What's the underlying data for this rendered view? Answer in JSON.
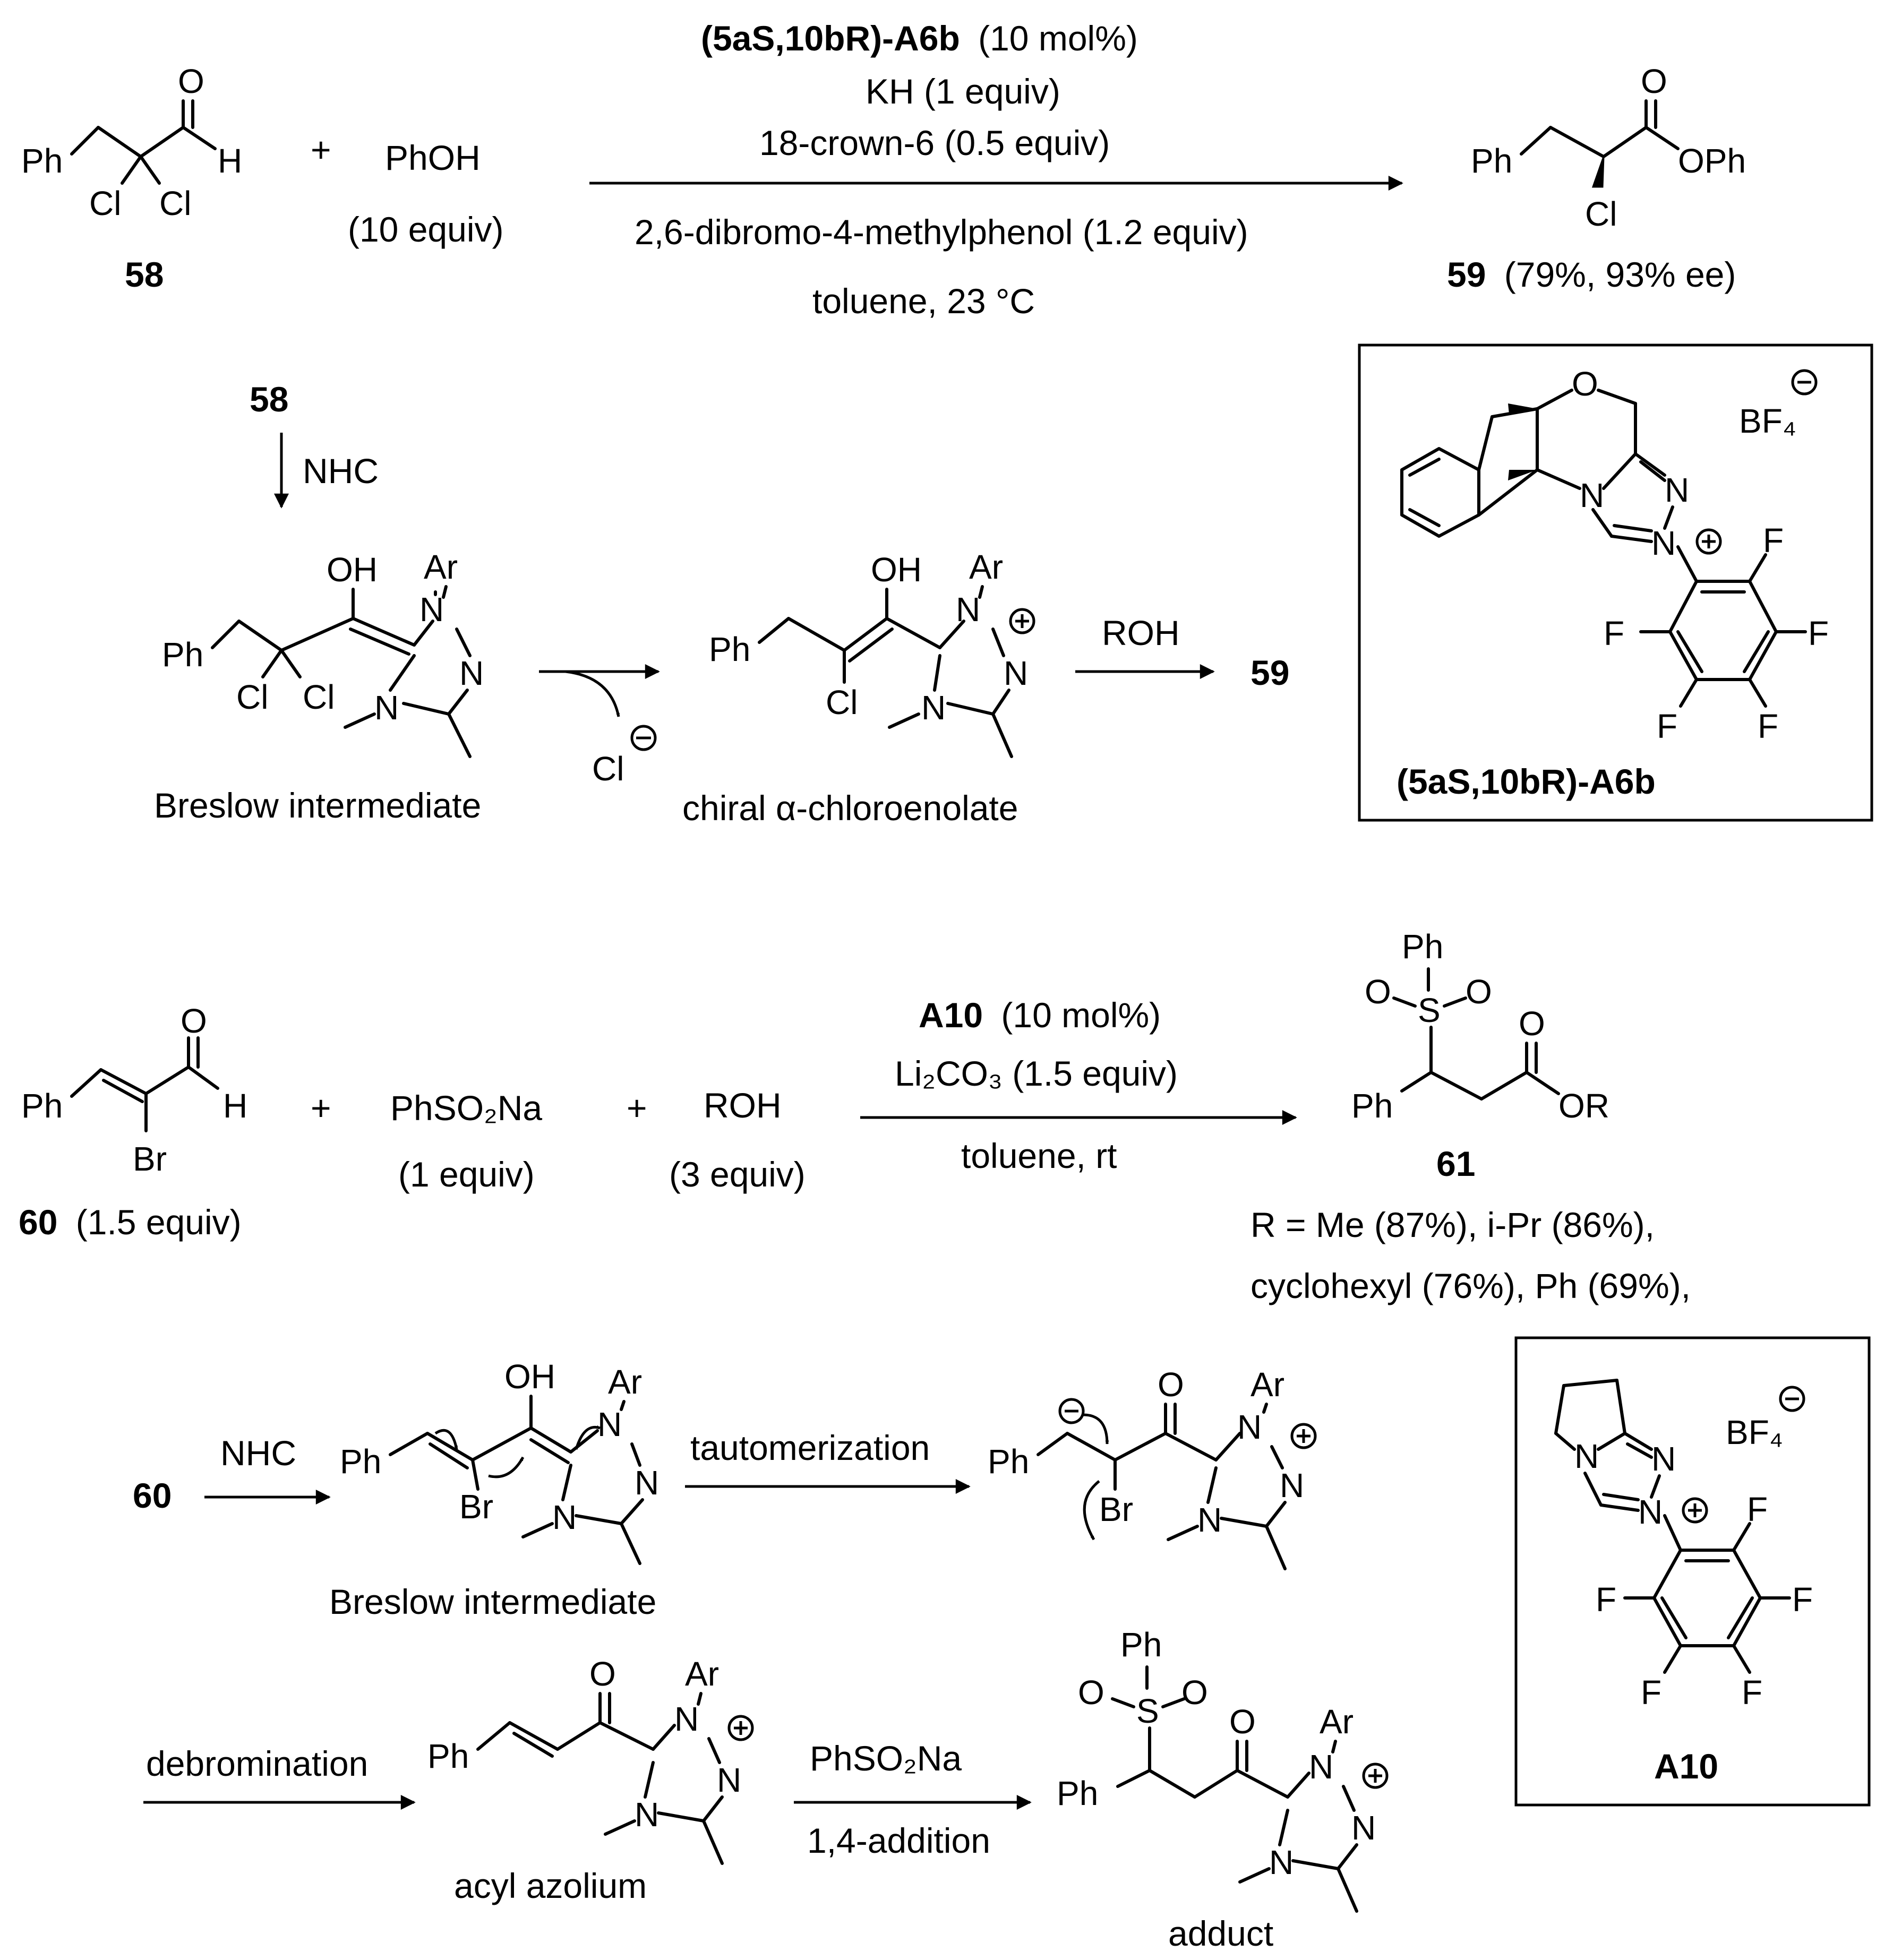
{
  "scheme1": {
    "sm_label": "58",
    "reagent_phoh": "PhOH",
    "reagent_phoh_equiv": "(10 equiv)",
    "plus": "+",
    "cond": {
      "cat_name": "(5aS,10bR)-A6b",
      "cat_loading": "(10 mol%)",
      "line2": "KH (1 equiv)",
      "line3": "18-crown-6 (0.5 equiv)",
      "line4": "2,6-dibromo-4-methylphenol (1.2 equiv)",
      "line5": "toluene, 23 °C"
    },
    "product_label": "59",
    "product_yield": "(79%, 93% ee)",
    "mech_start": "58",
    "nhc": "NHC",
    "breslow_caption": "Breslow intermediate",
    "enolate_caption": "chiral α-chloroenolate",
    "roh": "ROH",
    "mech_product": "59",
    "catalyst_box_label": "(5aS,10bR)-A6b"
  },
  "scheme2": {
    "sm_label": "60",
    "sm_equiv": "(1.5 equiv)",
    "reagent_sulfinate": "PhSO₂Na",
    "reagent_sulfinate_equiv": "(1 equiv)",
    "reagent_roh": "ROH",
    "reagent_roh_equiv": "(3 equiv)",
    "plus": "+",
    "cond": {
      "cat_name": "A10",
      "cat_loading": "(10 mol%)",
      "line2": "Li₂CO₃ (1.5 equiv)",
      "line3": "toluene, rt"
    },
    "product_label": "61",
    "scope_line1": "R = Me (87%), i-Pr (86%),",
    "scope_line2": "cyclohexyl (76%), Ph (69%),",
    "mech_start": "60",
    "nhc": "NHC",
    "breslow_caption": "Breslow intermediate",
    "tautomerization": "tautomerization",
    "debromination": "debromination",
    "acyl_caption": "acyl azolium",
    "sulfinate": "PhSO₂Na",
    "addition": "1,4-addition",
    "adduct_caption": "adduct",
    "catalyst_box_label": "A10"
  },
  "atoms": {
    "ph": "Ph",
    "o": "O",
    "h": "H",
    "cl": "Cl",
    "br": "Br",
    "oh": "OH",
    "n": "N",
    "ar": "Ar",
    "f": "F",
    "s": "S",
    "oph": "OPh",
    "or": "OR",
    "bf4": "BF₄",
    "plus_charge": "+",
    "minus_charge": "−"
  }
}
